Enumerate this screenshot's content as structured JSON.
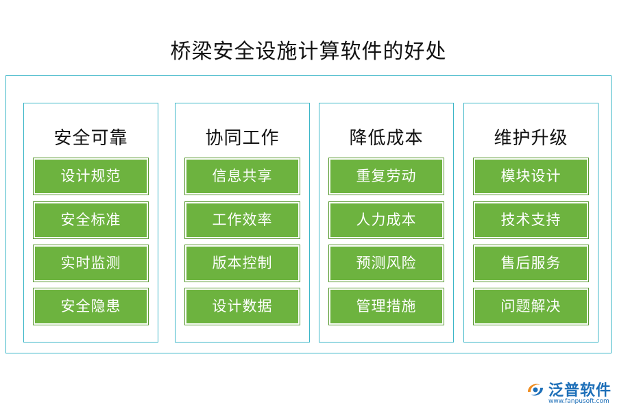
{
  "title": "桥梁安全设施计算软件的好处",
  "columns": [
    {
      "heading": "安全可靠",
      "items": [
        "设计规范",
        "安全标准",
        "实时监测",
        "安全隐患"
      ]
    },
    {
      "heading": "协同工作",
      "items": [
        "信息共享",
        "工作效率",
        "版本控制",
        "设计数据"
      ]
    },
    {
      "heading": "降低成本",
      "items": [
        "重复劳动",
        "人力成本",
        "预测风险",
        "管理措施"
      ]
    },
    {
      "heading": "维护升级",
      "items": [
        "模块设计",
        "技术支持",
        "售后服务",
        "问题解决"
      ]
    }
  ],
  "logo": {
    "name": "泛普软件",
    "url": "www.fanpusoft.com"
  },
  "colors": {
    "border": "#3cb6c8",
    "item_fill": "#6db33f",
    "logo_blue": "#1d6fb8",
    "logo_orange": "#f08c1e"
  }
}
